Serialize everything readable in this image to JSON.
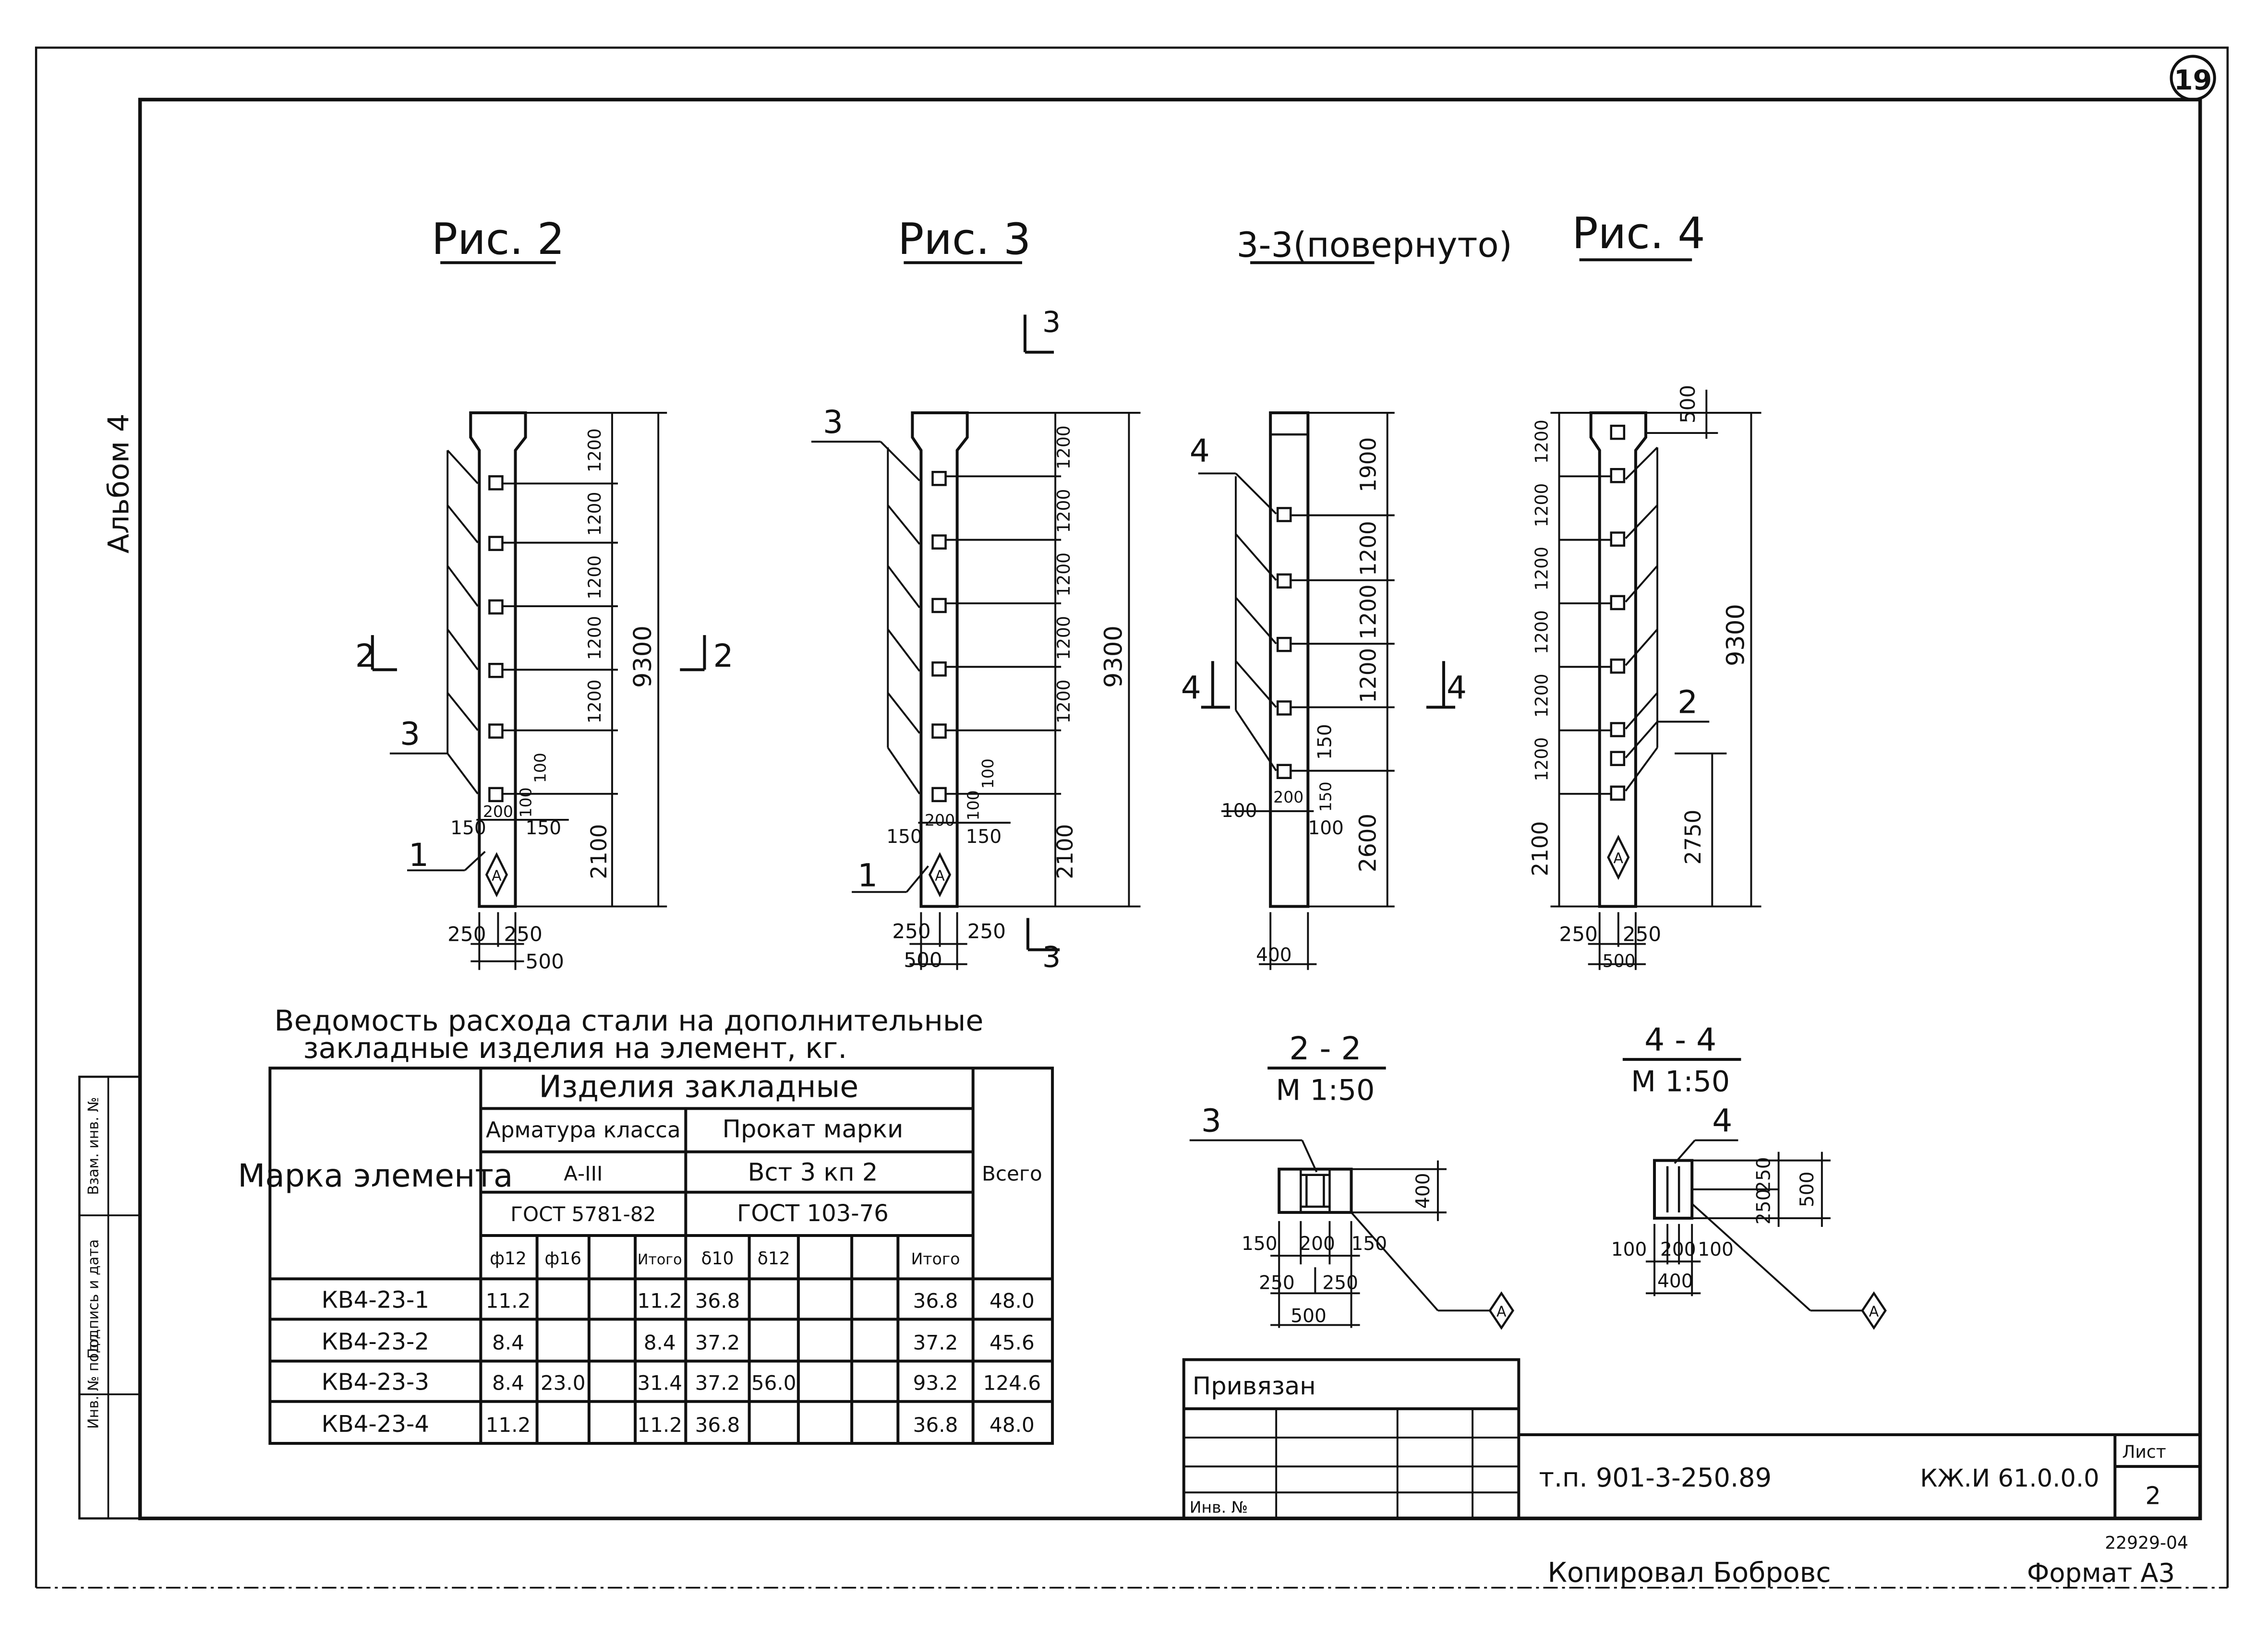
{
  "sheet": {
    "sheet_number": "19",
    "album_label": "Альбом 4",
    "side_stamp": [
      "Инв. № подл.",
      "Подпись и дата",
      "Взам. инв. №"
    ]
  },
  "figures": {
    "fig2": {
      "title": "Рис. 2",
      "section_left": "2",
      "section_right": "2",
      "pos_3": "3",
      "pos_1": "1",
      "mark_a": "А",
      "dims_right": [
        "1200",
        "1200",
        "1200",
        "1200",
        "1200",
        "2100"
      ],
      "dim_total": "9300",
      "dims_small": [
        "100",
        "100",
        "200",
        "150",
        "150"
      ],
      "dims_bottom": [
        "250",
        "250",
        "500"
      ]
    },
    "fig3": {
      "title": "Рис. 3",
      "section_top": "3",
      "section_bottom": "3",
      "pos_3": "3",
      "pos_1": "1",
      "mark_a": "А",
      "dims_right": [
        "1200",
        "1200",
        "1200",
        "1200",
        "1200",
        "2100"
      ],
      "dim_total": "9300",
      "dims_small": [
        "100",
        "100",
        "200",
        "150",
        "150"
      ],
      "dims_bottom": [
        "250",
        "250",
        "500"
      ]
    },
    "sec33": {
      "title": "3-3(повернуто)",
      "pos_4": "4",
      "section_left": "4",
      "section_right": "4",
      "dims_right": [
        "1900",
        "1200",
        "1200",
        "1200",
        "150",
        "2600"
      ],
      "dims_small": [
        "150",
        "100",
        "200",
        "100"
      ],
      "dims_bottom": [
        "400"
      ]
    },
    "fig4": {
      "title": "Рис. 4",
      "pos_2": "2",
      "mark_a": "А",
      "dim_top": "500",
      "dims_left": [
        "1200",
        "1200",
        "1200",
        "1200",
        "1200",
        "1200",
        "2100"
      ],
      "dim_total": "9300",
      "dim_lower": "2750",
      "dims_bottom": [
        "250",
        "250",
        "500"
      ]
    },
    "sec22": {
      "title": "2 - 2",
      "scale": "М 1:50",
      "pos": "3",
      "mark_a": "А",
      "dim_height": "400",
      "dims_bottom1": [
        "150",
        "200",
        "150"
      ],
      "dims_bottom2": [
        "250",
        "250"
      ],
      "dims_bottom3": [
        "500"
      ]
    },
    "sec44": {
      "title": "4 - 4",
      "scale": "М 1:50",
      "pos": "4",
      "mark_a": "А",
      "dims_right": [
        "250",
        "250"
      ],
      "dim_height": "500",
      "dims_bottom1": [
        "100",
        "200",
        "100"
      ],
      "dims_bottom2": [
        "400"
      ]
    }
  },
  "table": {
    "caption_line1": "Ведомость расхода стали на дополнительные",
    "caption_line2": "закладные изделия на элемент, кг.",
    "header": {
      "mark": "Марка элемента",
      "embedded": "Изделия закладные",
      "rebar_class": "Арматура класса",
      "rebar_grade": "А-III",
      "rebar_gost": "ГОСТ 5781-82",
      "rolled": "Прокат марки",
      "rolled_grade": "Вст 3 кп 2",
      "rolled_gost": "ГОСТ 103-76",
      "total": "Всего",
      "cols": [
        "ф12",
        "ф16",
        "",
        "Итого",
        "δ10",
        "δ12",
        "",
        "",
        "Итого"
      ]
    },
    "rows": [
      {
        "mark": "КВ4-23-1",
        "cells": [
          "11.2",
          "",
          "",
          "11.2",
          "36.8",
          "",
          "",
          "",
          "36.8"
        ],
        "total": "48.0"
      },
      {
        "mark": "КВ4-23-2",
        "cells": [
          "8.4",
          "",
          "",
          "8.4",
          "37.2",
          "",
          "",
          "",
          "37.2"
        ],
        "total": "45.6"
      },
      {
        "mark": "КВ4-23-3",
        "cells": [
          "8.4",
          "23.0",
          "",
          "31.4",
          "37.2",
          "56.0",
          "",
          "",
          "93.2"
        ],
        "total": "124.6"
      },
      {
        "mark": "КВ4-23-4",
        "cells": [
          "11.2",
          "",
          "",
          "11.2",
          "36.8",
          "",
          "",
          "",
          "36.8"
        ],
        "total": "48.0"
      }
    ]
  },
  "titleblock": {
    "bound_label": "Привязан",
    "inv_label": "Инв. №",
    "project": "т.п. 901-3-250.89",
    "code": "КЖ.И 61.0.0.0",
    "sheet_label": "Лист",
    "sheet_value": "2"
  },
  "footer": {
    "copied": "Копировал Бобровс",
    "format": "Формат А3",
    "archive_no": "22929-04"
  }
}
